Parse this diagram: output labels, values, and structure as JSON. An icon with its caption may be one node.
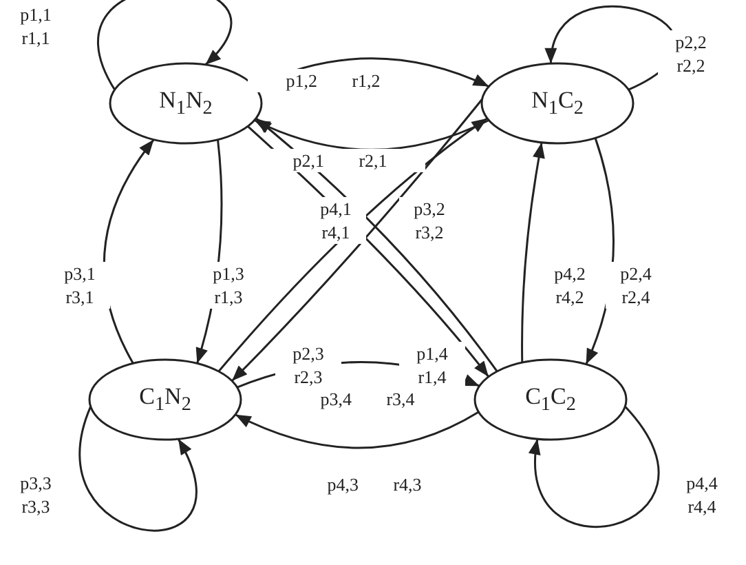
{
  "diagram": {
    "nodes": [
      {
        "text": [
          "N$_{1}$N$_{2}$"
        ]
      },
      {
        "text": [
          "N$_{1}$C$_{2}$"
        ]
      },
      {
        "text": [
          "C$_{1}$N$_{2}$"
        ]
      },
      {
        "text": [
          "C$_{1}$C$_{2}$"
        ]
      }
    ],
    "edges": [
      {
        "from": 0,
        "to": 0,
        "arrow": "to",
        "label": "p1,1 r1,1"
      },
      {
        "from": 0,
        "to": 1,
        "arrow": "to",
        "label": "p1,2 r1,2"
      },
      {
        "from": 1,
        "to": 0,
        "arrow": "to",
        "label": "p2,1 r2,1"
      },
      {
        "from": 1,
        "to": 1,
        "arrow": "to",
        "label": "p2,2 r2,2"
      },
      {
        "from": 2,
        "to": 0,
        "arrow": "to",
        "label": "p3,1 r3,1"
      },
      {
        "from": 0,
        "to": 2,
        "arrow": "to",
        "label": "p1,3 r1,3"
      },
      {
        "from": 0,
        "to": 3,
        "arrow": "to",
        "label": "p1,4 r1,4"
      },
      {
        "from": 3,
        "to": 0,
        "arrow": "to",
        "label": "p4,1 r4,1"
      },
      {
        "from": 2,
        "to": 1,
        "arrow": "to",
        "label": "p3,2 r3,2"
      },
      {
        "from": 1,
        "to": 2,
        "arrow": "to",
        "label": "p2,3 r2,3"
      },
      {
        "from": 1,
        "to": 3,
        "arrow": "to",
        "label": "p2,4 r2,4"
      },
      {
        "from": 3,
        "to": 1,
        "arrow": "to",
        "label": "p4,2 r4,2"
      },
      {
        "from": 2,
        "to": 3,
        "arrow": "to",
        "label": "p3,4 r3,4"
      },
      {
        "from": 3,
        "to": 2,
        "arrow": "to",
        "label": "p4,3 r4,3"
      },
      {
        "from": 2,
        "to": 2,
        "arrow": "to",
        "label": "p3,3 r3,3"
      },
      {
        "from": 3,
        "to": 3,
        "arrow": "to",
        "label": "p4,4 r4,4"
      }
    ]
  }
}
